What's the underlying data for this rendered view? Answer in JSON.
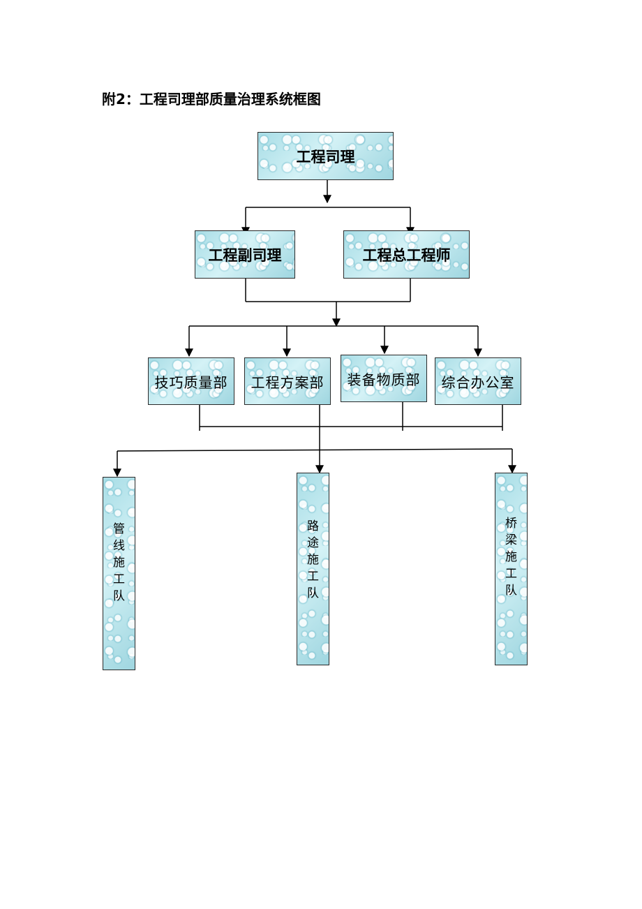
{
  "title": "附2：工程司理部质量治理系统框图",
  "nodes": {
    "top": "工程司理",
    "deputy": "工程副司理",
    "chief_engineer": "工程总工程师",
    "dept_tech_quality": "技巧质量部",
    "dept_engineering_plan": "工程方案部",
    "dept_equipment_materials": "装备物质部",
    "dept_general_office": "综合办公室",
    "team_pipeline": [
      "管",
      "线",
      "施",
      "工",
      "队"
    ],
    "team_road": [
      "路",
      "途",
      "施",
      "工",
      "队"
    ],
    "team_bridge": [
      "桥",
      "梁",
      "施",
      "工",
      "队"
    ]
  }
}
